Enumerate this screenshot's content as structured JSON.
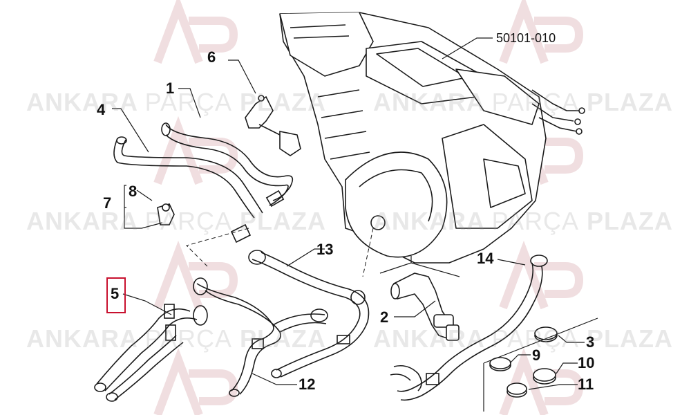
{
  "diagram": {
    "reference_code": "50101-010",
    "callouts": {
      "c1": "1",
      "c2": "2",
      "c3": "3",
      "c4": "4",
      "c5": "5",
      "c6": "6",
      "c7": "7",
      "c8": "8",
      "c9": "9",
      "c10": "10",
      "c11": "11",
      "c12": "12",
      "c13": "13",
      "c14": "14"
    },
    "highlighted_callout": "5"
  },
  "watermark": {
    "word1": "ANKARA",
    "word2": "PARÇA",
    "word3": "PLAZA",
    "logo_letters": "AP"
  },
  "colors": {
    "line": "#1a1a1a",
    "highlight": "#c8102e",
    "watermark": "#b4b4b4",
    "watermark_logo": "#d9a3a9"
  }
}
